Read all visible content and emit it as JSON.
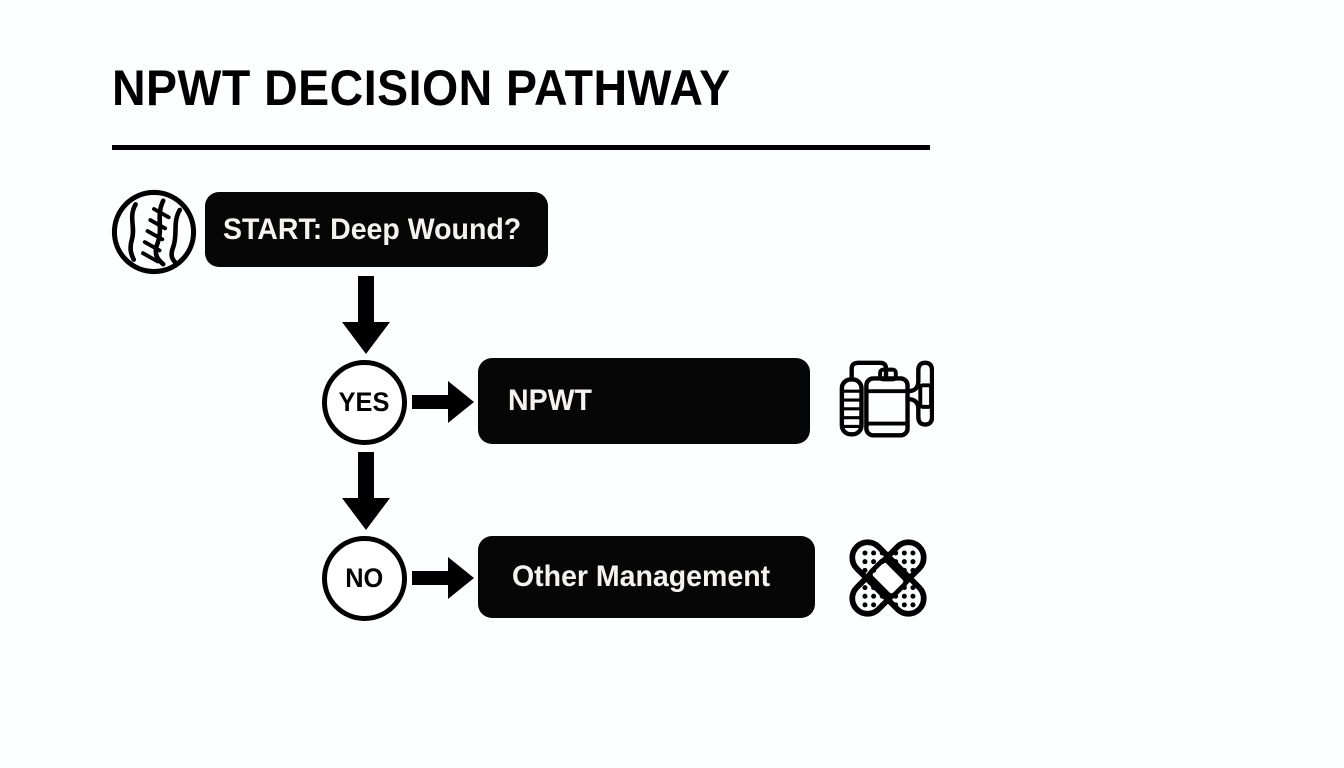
{
  "page": {
    "title": "NPWT DECISION PATHWAY",
    "background_color": "#fdfeff",
    "ink_color": "#000000",
    "box_fill_color": "#060606",
    "box_text_color": "#f5f3ee"
  },
  "flow": {
    "start": {
      "label": "START: Deep Wound?",
      "icon": "sutured-wound-icon"
    },
    "branches": [
      {
        "decision": "YES",
        "outcome": "NPWT",
        "icon": "npwt-pump-icon"
      },
      {
        "decision": "NO",
        "outcome": "Other Management",
        "icon": "adhesive-bandage-icon"
      }
    ],
    "connectors": {
      "start_to_yes": "down-arrow",
      "yes_to_no": "down-arrow",
      "yes_to_npwt": "right-arrow",
      "no_to_other": "right-arrow"
    }
  }
}
